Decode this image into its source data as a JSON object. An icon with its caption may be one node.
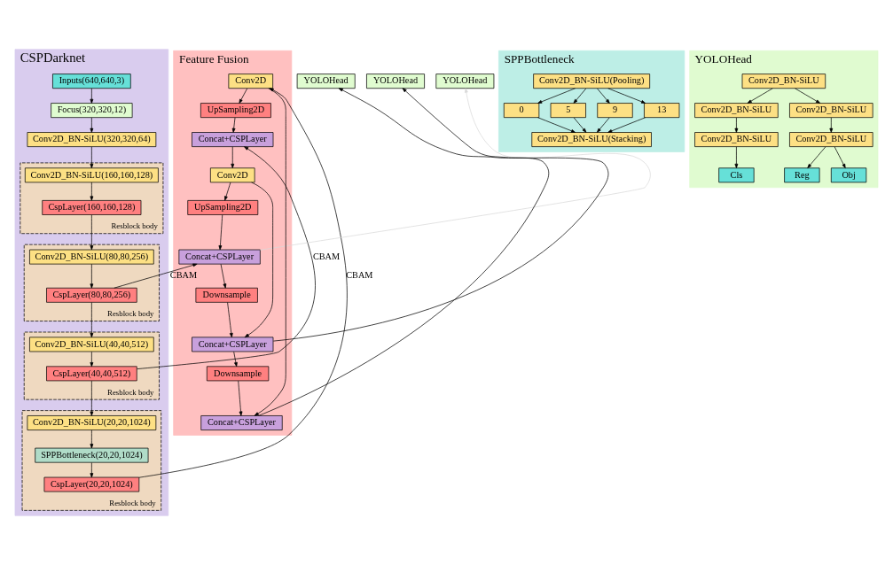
{
  "diagram": {
    "nodes": [
      {
        "text": [
          "CSPDarknet"
        ]
      },
      {
        "text": [
          "Inputs(640,640,3)"
        ],
        "in": 0
      },
      {
        "text": [
          "Focus(320,320,12)"
        ],
        "in": 0
      },
      {
        "text": [
          "Conv2D_BN-SiLU(320,320,64)"
        ],
        "in": 0
      },
      {
        "text": [
          "Resblock body"
        ],
        "in": 0
      },
      {
        "text": [
          "Conv2D_BN-SiLU(160,160,128)"
        ],
        "in": 4
      },
      {
        "text": [
          "CspLayer(160,160,128)"
        ],
        "in": 4
      },
      {
        "text": [
          "Resblock body"
        ],
        "in": 0
      },
      {
        "text": [
          "Conv2D_BN-SiLU(80,80,256)"
        ],
        "in": 7
      },
      {
        "text": [
          "CspLayer(80,80,256)"
        ],
        "in": 7
      },
      {
        "text": [
          "Resblock body"
        ],
        "in": 0
      },
      {
        "text": [
          "Conv2D_BN-SiLU(40,40,512)"
        ],
        "in": 10
      },
      {
        "text": [
          "CspLayer(40,40,512)"
        ],
        "in": 10
      },
      {
        "text": [
          "Resblock body"
        ],
        "in": 0
      },
      {
        "text": [
          "Conv2D_BN-SiLU(20,20,1024)"
        ],
        "in": 13
      },
      {
        "text": [
          "SPPBottleneck(20,20,1024)"
        ],
        "in": 13
      },
      {
        "text": [
          "CspLayer(20,20,1024)"
        ],
        "in": 13
      },
      {
        "text": [
          "SPPBottleneck"
        ]
      },
      {
        "text": [
          "Conv2D_BN-SiLU(Pooling)"
        ],
        "in": 17
      },
      {
        "text": [
          "0"
        ],
        "in": 17
      },
      {
        "text": [
          "5"
        ],
        "in": 17
      },
      {
        "text": [
          "9"
        ],
        "in": 17
      },
      {
        "text": [
          "13"
        ],
        "in": 17
      },
      {
        "text": [
          "Conv2D_BN-SiLU(Stacking)"
        ],
        "in": 17
      },
      {
        "text": [
          "YOLOHead"
        ]
      },
      {
        "text": [
          "Conv2D_BN-SiLU"
        ],
        "in": 24
      },
      {
        "text": [
          "Conv2D_BN-SiLU"
        ],
        "in": 24
      },
      {
        "text": [
          "Conv2D_BN-SiLU"
        ],
        "in": 24
      },
      {
        "text": [
          "Conv2D_BN-SiLU"
        ],
        "in": 24
      },
      {
        "text": [
          "Conv2D_BN-SiLU"
        ],
        "in": 24
      },
      {
        "text": [
          "Cls"
        ],
        "in": 24
      },
      {
        "text": [
          "Reg"
        ],
        "in": 24
      },
      {
        "text": [
          "Obj"
        ],
        "in": 24
      },
      {
        "text": [
          "Feature Fusion"
        ]
      },
      {
        "text": [
          "Concat+CSPLayer"
        ],
        "in": 33
      },
      {
        "text": [
          "UpSampling2D"
        ],
        "in": 33
      },
      {
        "text": [
          "Conv2D"
        ],
        "in": 33
      },
      {
        "text": [
          "Concat+CSPLayer"
        ],
        "in": 33
      },
      {
        "text": [
          "UpSampling2D"
        ],
        "in": 33
      },
      {
        "text": [
          "Conv2D"
        ],
        "in": 33
      },
      {
        "text": [
          "Downsample"
        ],
        "in": 33
      },
      {
        "text": [
          "Concat+CSPLayer"
        ],
        "in": 33
      },
      {
        "text": [
          "Downsample"
        ],
        "in": 33
      },
      {
        "text": [
          "Concat+CSPLayer"
        ],
        "in": 33
      },
      {
        "text": [
          "YOLOHead"
        ]
      },
      {
        "text": [
          "YOLOHead"
        ]
      },
      {
        "text": [
          "YOLOHead"
        ]
      }
    ],
    "edges": [
      {
        "from": 1,
        "to": 2,
        "arrow": "to"
      },
      {
        "from": 2,
        "to": 3,
        "arrow": "to"
      },
      {
        "from": 3,
        "to": 5,
        "arrow": "to"
      },
      {
        "from": 5,
        "to": 6,
        "arrow": "to"
      },
      {
        "from": 6,
        "to": 8,
        "arrow": "to"
      },
      {
        "from": 8,
        "to": 9,
        "arrow": "to"
      },
      {
        "from": 9,
        "to": 11,
        "arrow": "to"
      },
      {
        "from": 11,
        "to": 12,
        "arrow": "to"
      },
      {
        "from": 12,
        "to": 14,
        "arrow": "to"
      },
      {
        "from": 14,
        "to": 15,
        "arrow": "to"
      },
      {
        "from": 15,
        "to": 16,
        "arrow": "to"
      },
      {
        "from": 18,
        "to": 19,
        "arrow": "to"
      },
      {
        "from": 18,
        "to": 20,
        "arrow": "to"
      },
      {
        "from": 18,
        "to": 21,
        "arrow": "to"
      },
      {
        "from": 18,
        "to": 22,
        "arrow": "to"
      },
      {
        "from": 19,
        "to": 23,
        "arrow": "to"
      },
      {
        "from": 20,
        "to": 23,
        "arrow": "to"
      },
      {
        "from": 21,
        "to": 23,
        "arrow": "to"
      },
      {
        "from": 22,
        "to": 23,
        "arrow": "to"
      },
      {
        "from": 25,
        "to": 26,
        "arrow": "to"
      },
      {
        "from": 25,
        "to": 27,
        "arrow": "to"
      },
      {
        "from": 26,
        "to": 28,
        "arrow": "to"
      },
      {
        "from": 27,
        "to": 29,
        "arrow": "to"
      },
      {
        "from": 28,
        "to": 30,
        "arrow": "to"
      },
      {
        "from": 29,
        "to": 31,
        "arrow": "to"
      },
      {
        "from": 29,
        "to": 32,
        "arrow": "to"
      },
      {
        "from": 9,
        "to": 34,
        "arrow": "to",
        "label": "CBAM"
      },
      {
        "from": 12,
        "to": 37,
        "arrow": "to",
        "label": "CBAM"
      },
      {
        "from": 16,
        "to": 39,
        "arrow": "to",
        "label": "CBAM"
      },
      {
        "from": 39,
        "to": 38,
        "arrow": "to"
      },
      {
        "from": 38,
        "to": 37,
        "arrow": "to"
      },
      {
        "from": 37,
        "to": 36,
        "arrow": "to"
      },
      {
        "from": 36,
        "to": 35,
        "arrow": "to"
      },
      {
        "from": 35,
        "to": 34,
        "arrow": "to"
      },
      {
        "from": 34,
        "to": 44,
        "arrow": "to",
        "color": "#d9d9d9"
      },
      {
        "from": 34,
        "to": 40,
        "arrow": "to"
      },
      {
        "from": 40,
        "to": 41,
        "arrow": "to"
      },
      {
        "from": 36,
        "to": 41,
        "arrow": "to"
      },
      {
        "from": 41,
        "to": 45,
        "arrow": "to"
      },
      {
        "from": 41,
        "to": 42,
        "arrow": "to"
      },
      {
        "from": 42,
        "to": 43,
        "arrow": "to"
      },
      {
        "from": 39,
        "to": 43,
        "arrow": "to"
      },
      {
        "from": 43,
        "to": 46,
        "arrow": "to"
      }
    ]
  }
}
